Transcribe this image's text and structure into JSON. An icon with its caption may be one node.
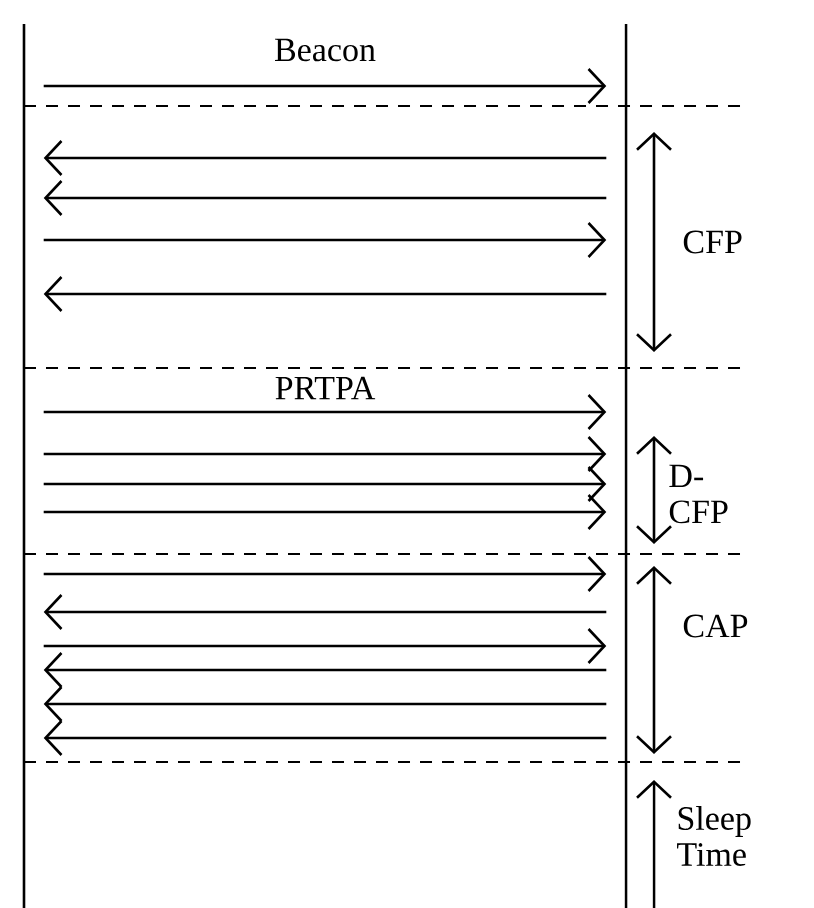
{
  "diagram": {
    "nodes": [
      {
        "text": [],
        "shape": "bar"
      },
      {
        "text": [],
        "shape": "bar"
      }
    ],
    "edges": [
      {
        "from": 0,
        "to": 1,
        "arrow": "to",
        "label": "Beacon"
      },
      {
        "from": 1,
        "to": 0,
        "arrow": "to"
      },
      {
        "from": 1,
        "to": 0,
        "arrow": "to"
      },
      {
        "from": 0,
        "to": 1,
        "arrow": "to"
      },
      {
        "from": 1,
        "to": 0,
        "arrow": "to"
      },
      {
        "from": 0,
        "to": 1,
        "arrow": "to",
        "label": "PRTPA"
      },
      {
        "from": 0,
        "to": 1,
        "arrow": "to"
      },
      {
        "from": 0,
        "to": 1,
        "arrow": "to"
      },
      {
        "from": 0,
        "to": 1,
        "arrow": "to"
      },
      {
        "from": 0,
        "to": 1,
        "arrow": "to"
      },
      {
        "from": 1,
        "to": 0,
        "arrow": "to"
      },
      {
        "from": 0,
        "to": 1,
        "arrow": "to"
      },
      {
        "from": 1,
        "to": 0,
        "arrow": "to"
      },
      {
        "from": 1,
        "to": 0,
        "arrow": "to"
      },
      {
        "from": 1,
        "to": 0,
        "arrow": "to"
      }
    ],
    "labels": [
      "CFP",
      "D-CFP",
      "CAP",
      "Sleep Time"
    ]
  }
}
